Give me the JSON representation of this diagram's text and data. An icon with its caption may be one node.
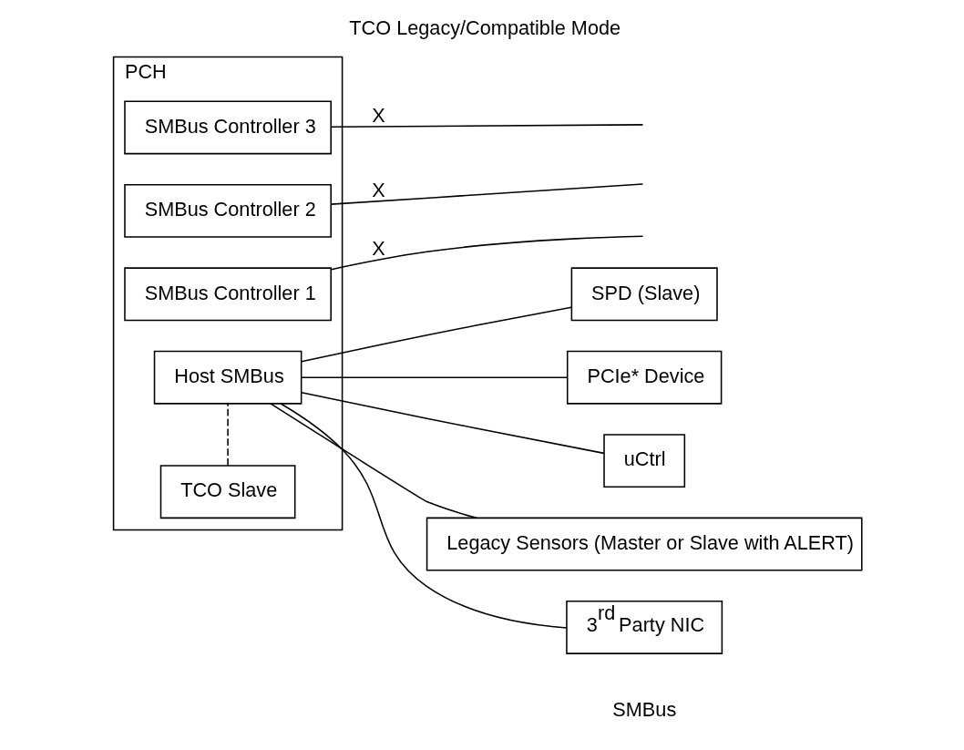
{
  "diagram": {
    "title": "TCO Legacy/Compatible Mode",
    "nodes": [
      {
        "text": [
          "PCH"
        ]
      },
      {
        "text": [
          "SMBus Controller 3"
        ],
        "in": 0
      },
      {
        "text": [
          "SMBus Controller 2"
        ],
        "in": 0
      },
      {
        "text": [
          "SMBus Controller 1"
        ],
        "in": 0
      },
      {
        "text": [
          "Host SMBus"
        ],
        "in": 0
      },
      {
        "text": [
          "TCO Slave"
        ],
        "in": 0
      },
      {
        "text": [
          "SPD (Slave)"
        ]
      },
      {
        "text": [
          "PCIe* Device"
        ]
      },
      {
        "text": [
          "uCtrl"
        ]
      },
      {
        "text": [
          "Legacy Sensors (Master or Slave with ALERT)"
        ]
      },
      {
        "text": [
          "3$^{rd}$ Party NIC"
        ]
      }
    ],
    "edges": [
      {
        "from": 1,
        "to": null,
        "arrow": "none",
        "label": "X"
      },
      {
        "from": 2,
        "to": null,
        "arrow": "none",
        "label": "X"
      },
      {
        "from": 3,
        "to": null,
        "arrow": "none",
        "label": "X"
      },
      {
        "from": 4,
        "to": 6,
        "arrow": "none"
      },
      {
        "from": 4,
        "to": 9,
        "arrow": "none"
      },
      {
        "from": 4,
        "to": 7,
        "arrow": "none"
      },
      {
        "from": 4,
        "to": 8,
        "arrow": "none"
      },
      {
        "from": 4,
        "to": 10,
        "arrow": "none"
      },
      {
        "from": 5,
        "to": 4,
        "arrow": "none",
        "style": "dashed"
      }
    ],
    "labels": [
      "SMBus"
    ]
  }
}
